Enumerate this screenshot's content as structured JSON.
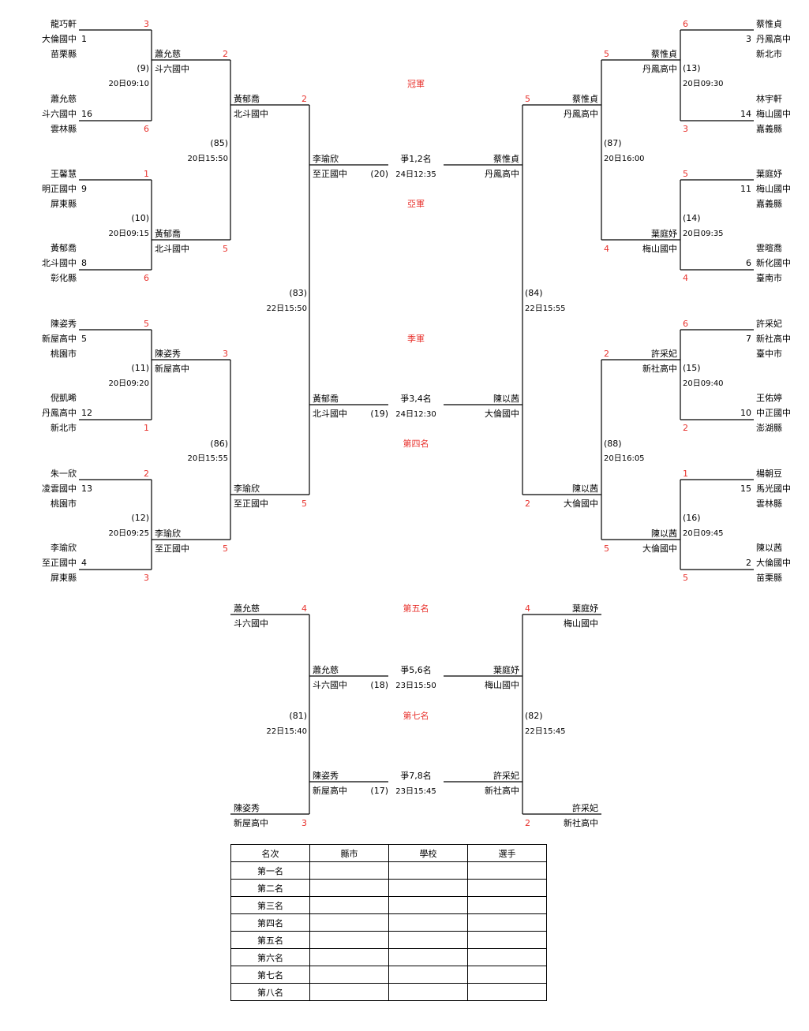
{
  "colors": {
    "score": "#e8322d",
    "line": "#000000",
    "text": "#000000"
  },
  "left_round1": [
    {
      "name": "龍巧軒",
      "school": "大倫國中",
      "county": "苗栗縣",
      "seed": "1",
      "score": "3"
    },
    {
      "name": "蕭允慈",
      "school": "斗六國中",
      "county": "雲林縣",
      "seed": "16",
      "score": "6"
    },
    {
      "name": "王馨慧",
      "school": "明正國中",
      "county": "屏東縣",
      "seed": "9",
      "score": "1"
    },
    {
      "name": "黃郁喬",
      "school": "北斗國中",
      "county": "彰化縣",
      "seed": "8",
      "score": "6"
    },
    {
      "name": "陳姿秀",
      "school": "新屋高中",
      "county": "桃園市",
      "seed": "5",
      "score": "5"
    },
    {
      "name": "倪凱晞",
      "school": "丹鳳高中",
      "county": "新北市",
      "seed": "12",
      "score": "1"
    },
    {
      "name": "朱一欣",
      "school": "凌雲國中",
      "county": "桃園市",
      "seed": "13",
      "score": "2"
    },
    {
      "name": "李瑜欣",
      "school": "至正國中",
      "county": "屏東縣",
      "seed": "4",
      "score": "3"
    }
  ],
  "right_round1": [
    {
      "name": "蔡惟貞",
      "school": "丹鳳高中",
      "county": "新北市",
      "seed": "3",
      "score": "6"
    },
    {
      "name": "林宇軒",
      "school": "梅山國中",
      "county": "嘉義縣",
      "seed": "14",
      "score": "3"
    },
    {
      "name": "葉庭妤",
      "school": "梅山國中",
      "county": "嘉義縣",
      "seed": "11",
      "score": "5"
    },
    {
      "name": "雲暄喬",
      "school": "新化國中",
      "county": "臺南市",
      "seed": "6",
      "score": "4"
    },
    {
      "name": "許采妃",
      "school": "新社高中",
      "county": "臺中市",
      "seed": "7",
      "score": "6"
    },
    {
      "name": "王佑婷",
      "school": "中正國中",
      "county": "澎湖縣",
      "seed": "10",
      "score": "2"
    },
    {
      "name": "楊朝豆",
      "school": "馬光國中",
      "county": "雲林縣",
      "seed": "15",
      "score": "1"
    },
    {
      "name": "陳以茜",
      "school": "大倫國中",
      "county": "苗栗縣",
      "seed": "2",
      "score": "5"
    }
  ],
  "left_round1_matches": [
    {
      "no": "(9)",
      "time": "20日09:10"
    },
    {
      "no": "(10)",
      "time": "20日09:15"
    },
    {
      "no": "(11)",
      "time": "20日09:20"
    },
    {
      "no": "(12)",
      "time": "20日09:25"
    }
  ],
  "right_round1_matches": [
    {
      "no": "(13)",
      "time": "20日09:30"
    },
    {
      "no": "(14)",
      "time": "20日09:35"
    },
    {
      "no": "(15)",
      "time": "20日09:40"
    },
    {
      "no": "(16)",
      "time": "20日09:45"
    }
  ],
  "left_quarter": [
    {
      "name": "蕭允慈",
      "school": "斗六國中",
      "score": "2"
    },
    {
      "name": "黃郁喬",
      "school": "北斗國中",
      "score": "5"
    },
    {
      "name": "陳姿秀",
      "school": "新屋高中",
      "score": "3"
    },
    {
      "name": "李瑜欣",
      "school": "至正國中",
      "score": "5"
    }
  ],
  "right_quarter": [
    {
      "name": "蔡惟貞",
      "school": "丹鳳高中",
      "score": "5"
    },
    {
      "name": "葉庭妤",
      "school": "梅山國中",
      "score": "4"
    },
    {
      "name": "許采妃",
      "school": "新社高中",
      "score": "2"
    },
    {
      "name": "陳以茜",
      "school": "大倫國中",
      "score": "5"
    }
  ],
  "left_quarter_matches": [
    {
      "no": "(85)",
      "time": "20日15:50"
    },
    {
      "no": "(86)",
      "time": "20日15:55"
    }
  ],
  "right_quarter_matches": [
    {
      "no": "(87)",
      "time": "20日16:00"
    },
    {
      "no": "(88)",
      "time": "20日16:05"
    }
  ],
  "left_semi": [
    {
      "name": "黃郁喬",
      "school": "北斗國中",
      "score": "2"
    },
    {
      "name": "李瑜欣",
      "school": "至正國中",
      "score": "5"
    }
  ],
  "right_semi": [
    {
      "name": "蔡惟貞",
      "school": "丹鳳高中",
      "score": "5"
    },
    {
      "name": "陳以茜",
      "school": "大倫國中",
      "score": "2"
    }
  ],
  "semi_matches": {
    "left": {
      "no": "(83)",
      "time": "22日15:50"
    },
    "right": {
      "no": "(84)",
      "time": "22日15:55"
    }
  },
  "final": {
    "left_name": "李瑜欣",
    "left_school": "至正國中",
    "right_name": "蔡惟貞",
    "right_school": "丹鳳高中",
    "no": "(20)",
    "title": "爭1,2名",
    "time": "24日12:35",
    "champion": "冠軍",
    "runner_up": "亞軍"
  },
  "third": {
    "left_name": "黃郁喬",
    "left_school": "北斗國中",
    "right_name": "陳以茜",
    "right_school": "大倫國中",
    "no": "(19)",
    "title": "爭3,4名",
    "time": "24日12:30",
    "third": "季軍",
    "fourth": "第四名"
  },
  "consolation": {
    "left": [
      {
        "name": "蕭允慈",
        "school": "斗六國中",
        "score": "4"
      },
      {
        "name": "陳姿秀",
        "school": "新屋高中",
        "score": "3"
      }
    ],
    "right": [
      {
        "name": "葉庭妤",
        "school": "梅山國中",
        "score": "4"
      },
      {
        "name": "許采妃",
        "school": "新社高中",
        "score": "2"
      }
    ],
    "left_match": {
      "no": "(81)",
      "time": "22日15:40"
    },
    "right_match": {
      "no": "(82)",
      "time": "22日15:45"
    },
    "fifth": {
      "left_name": "蕭允慈",
      "left_school": "斗六國中",
      "right_name": "葉庭妤",
      "right_school": "梅山國中",
      "no": "(18)",
      "title": "爭5,6名",
      "time": "23日15:50"
    },
    "seventh": {
      "left_name": "陳姿秀",
      "left_school": "新屋高中",
      "right_name": "許采妃",
      "right_school": "新社高中",
      "no": "(17)",
      "title": "爭7,8名",
      "time": "23日15:45"
    },
    "fifth_label": "第五名",
    "seventh_label": "第七名"
  },
  "ranking_table": {
    "headers": [
      "名次",
      "縣市",
      "學校",
      "選手"
    ],
    "rows": [
      "第一名",
      "第二名",
      "第三名",
      "第四名",
      "第五名",
      "第六名",
      "第七名",
      "第八名"
    ]
  }
}
